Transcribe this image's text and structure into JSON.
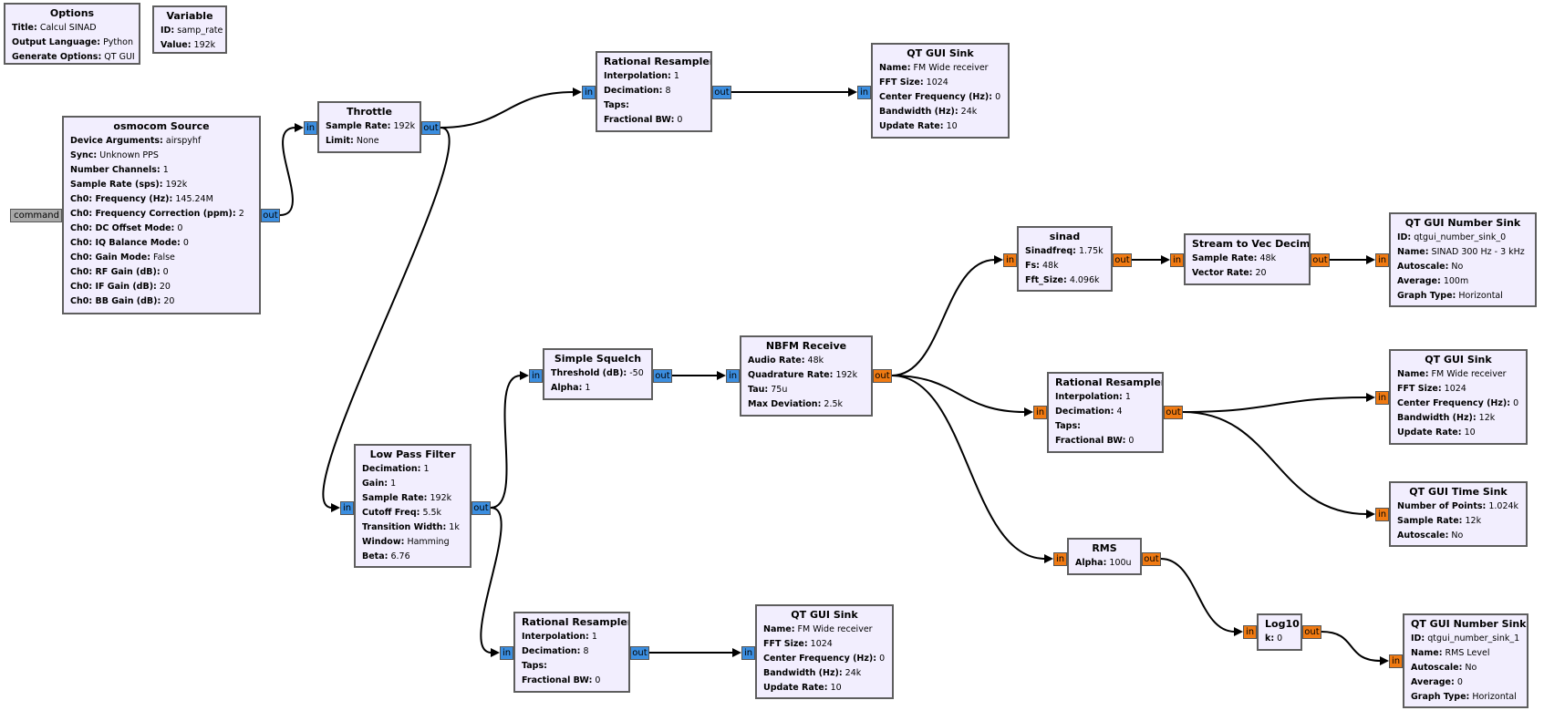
{
  "colors": {
    "block_fill": "#f2eefe",
    "block_border": "#5e5e5e",
    "complex_port": "#3b8ee0",
    "float_port": "#f07a12",
    "message_port": "#a8a8a8"
  },
  "labels": {
    "in": "in",
    "out": "out",
    "command": "command"
  },
  "blocks": {
    "options": {
      "title": "Options",
      "params": [
        {
          "k": "Title:",
          "v": "Calcul SINAD"
        },
        {
          "k": "Output Language:",
          "v": "Python"
        },
        {
          "k": "Generate Options:",
          "v": "QT GUI"
        }
      ]
    },
    "variable": {
      "title": "Variable",
      "params": [
        {
          "k": "ID:",
          "v": "samp_rate"
        },
        {
          "k": "Value:",
          "v": "192k"
        }
      ]
    },
    "osmocom": {
      "title": "osmocom Source",
      "params": [
        {
          "k": "Device Arguments:",
          "v": "airspyhf"
        },
        {
          "k": "Sync:",
          "v": "Unknown PPS"
        },
        {
          "k": "Number Channels:",
          "v": "1"
        },
        {
          "k": "Sample Rate (sps):",
          "v": "192k"
        },
        {
          "k": "Ch0: Frequency (Hz):",
          "v": "145.24M"
        },
        {
          "k": "Ch0: Frequency Correction (ppm):",
          "v": "2"
        },
        {
          "k": "Ch0: DC Offset Mode:",
          "v": "0"
        },
        {
          "k": "Ch0: IQ Balance Mode:",
          "v": "0"
        },
        {
          "k": "Ch0: Gain Mode:",
          "v": "False"
        },
        {
          "k": "Ch0: RF Gain (dB):",
          "v": "0"
        },
        {
          "k": "Ch0: IF Gain (dB):",
          "v": "20"
        },
        {
          "k": "Ch0: BB Gain (dB):",
          "v": "20"
        }
      ]
    },
    "throttle": {
      "title": "Throttle",
      "params": [
        {
          "k": "Sample Rate:",
          "v": "192k"
        },
        {
          "k": "Limit:",
          "v": "None"
        }
      ]
    },
    "resampler_top": {
      "title": "Rational Resampler",
      "params": [
        {
          "k": "Interpolation:",
          "v": "1"
        },
        {
          "k": "Decimation:",
          "v": "8"
        },
        {
          "k": "Taps:",
          "v": ""
        },
        {
          "k": "Fractional BW:",
          "v": "0"
        }
      ]
    },
    "sink_top": {
      "title": "QT GUI Sink",
      "params": [
        {
          "k": "Name:",
          "v": "FM Wide receiver"
        },
        {
          "k": "FFT Size:",
          "v": "1024"
        },
        {
          "k": "Center Frequency (Hz):",
          "v": "0"
        },
        {
          "k": "Bandwidth (Hz):",
          "v": "24k"
        },
        {
          "k": "Update Rate:",
          "v": "10"
        }
      ]
    },
    "lpf": {
      "title": "Low Pass Filter",
      "params": [
        {
          "k": "Decimation:",
          "v": "1"
        },
        {
          "k": "Gain:",
          "v": "1"
        },
        {
          "k": "Sample Rate:",
          "v": "192k"
        },
        {
          "k": "Cutoff Freq:",
          "v": "5.5k"
        },
        {
          "k": "Transition Width:",
          "v": "1k"
        },
        {
          "k": "Window:",
          "v": "Hamming"
        },
        {
          "k": "Beta:",
          "v": "6.76"
        }
      ]
    },
    "squelch": {
      "title": "Simple Squelch",
      "params": [
        {
          "k": "Threshold (dB):",
          "v": "-50"
        },
        {
          "k": "Alpha:",
          "v": "1"
        }
      ]
    },
    "nbfm": {
      "title": "NBFM Receive",
      "params": [
        {
          "k": "Audio Rate:",
          "v": "48k"
        },
        {
          "k": "Quadrature Rate:",
          "v": "192k"
        },
        {
          "k": "Tau:",
          "v": "75u"
        },
        {
          "k": "Max Deviation:",
          "v": "2.5k"
        }
      ]
    },
    "resampler_bottom": {
      "title": "Rational Resampler",
      "params": [
        {
          "k": "Interpolation:",
          "v": "1"
        },
        {
          "k": "Decimation:",
          "v": "8"
        },
        {
          "k": "Taps:",
          "v": ""
        },
        {
          "k": "Fractional BW:",
          "v": "0"
        }
      ]
    },
    "sink_bottom": {
      "title": "QT GUI Sink",
      "params": [
        {
          "k": "Name:",
          "v": "FM Wide receiver"
        },
        {
          "k": "FFT Size:",
          "v": "1024"
        },
        {
          "k": "Center Frequency (Hz):",
          "v": "0"
        },
        {
          "k": "Bandwidth (Hz):",
          "v": "24k"
        },
        {
          "k": "Update Rate:",
          "v": "10"
        }
      ]
    },
    "sinad": {
      "title": "sinad",
      "params": [
        {
          "k": "Sinadfreq:",
          "v": "1.75k"
        },
        {
          "k": "Fs:",
          "v": "48k"
        },
        {
          "k": "Fft_Size:",
          "v": "4.096k"
        }
      ]
    },
    "stream_to_vec": {
      "title": "Stream to Vec Decim",
      "params": [
        {
          "k": "Sample Rate:",
          "v": "48k"
        },
        {
          "k": "Vector Rate:",
          "v": "20"
        }
      ]
    },
    "number_sink_0": {
      "title": "QT GUI Number Sink",
      "params": [
        {
          "k": "ID:",
          "v": "qtgui_number_sink_0"
        },
        {
          "k": "Name:",
          "v": "SINAD 300 Hz - 3 kHz"
        },
        {
          "k": "Autoscale:",
          "v": "No"
        },
        {
          "k": "Average:",
          "v": "100m"
        },
        {
          "k": "Graph Type:",
          "v": "Horizontal"
        }
      ]
    },
    "resampler_audio": {
      "title": "Rational Resampler",
      "params": [
        {
          "k": "Interpolation:",
          "v": "1"
        },
        {
          "k": "Decimation:",
          "v": "4"
        },
        {
          "k": "Taps:",
          "v": ""
        },
        {
          "k": "Fractional BW:",
          "v": "0"
        }
      ]
    },
    "sink_audio": {
      "title": "QT GUI Sink",
      "params": [
        {
          "k": "Name:",
          "v": "FM Wide receiver"
        },
        {
          "k": "FFT Size:",
          "v": "1024"
        },
        {
          "k": "Center Frequency (Hz):",
          "v": "0"
        },
        {
          "k": "Bandwidth (Hz):",
          "v": "12k"
        },
        {
          "k": "Update Rate:",
          "v": "10"
        }
      ]
    },
    "time_sink": {
      "title": "QT GUI Time Sink",
      "params": [
        {
          "k": "Number of Points:",
          "v": "1.024k"
        },
        {
          "k": "Sample Rate:",
          "v": "12k"
        },
        {
          "k": "Autoscale:",
          "v": "No"
        }
      ]
    },
    "rms": {
      "title": "RMS",
      "params": [
        {
          "k": "Alpha:",
          "v": "100u"
        }
      ]
    },
    "log10": {
      "title": "Log10",
      "params": [
        {
          "k": "k:",
          "v": "0"
        }
      ]
    },
    "number_sink_1": {
      "title": "QT GUI Number Sink",
      "params": [
        {
          "k": "ID:",
          "v": "qtgui_number_sink_1"
        },
        {
          "k": "Name:",
          "v": "RMS Level"
        },
        {
          "k": "Autoscale:",
          "v": "No"
        },
        {
          "k": "Average:",
          "v": "0"
        },
        {
          "k": "Graph Type:",
          "v": "Horizontal"
        }
      ]
    }
  }
}
